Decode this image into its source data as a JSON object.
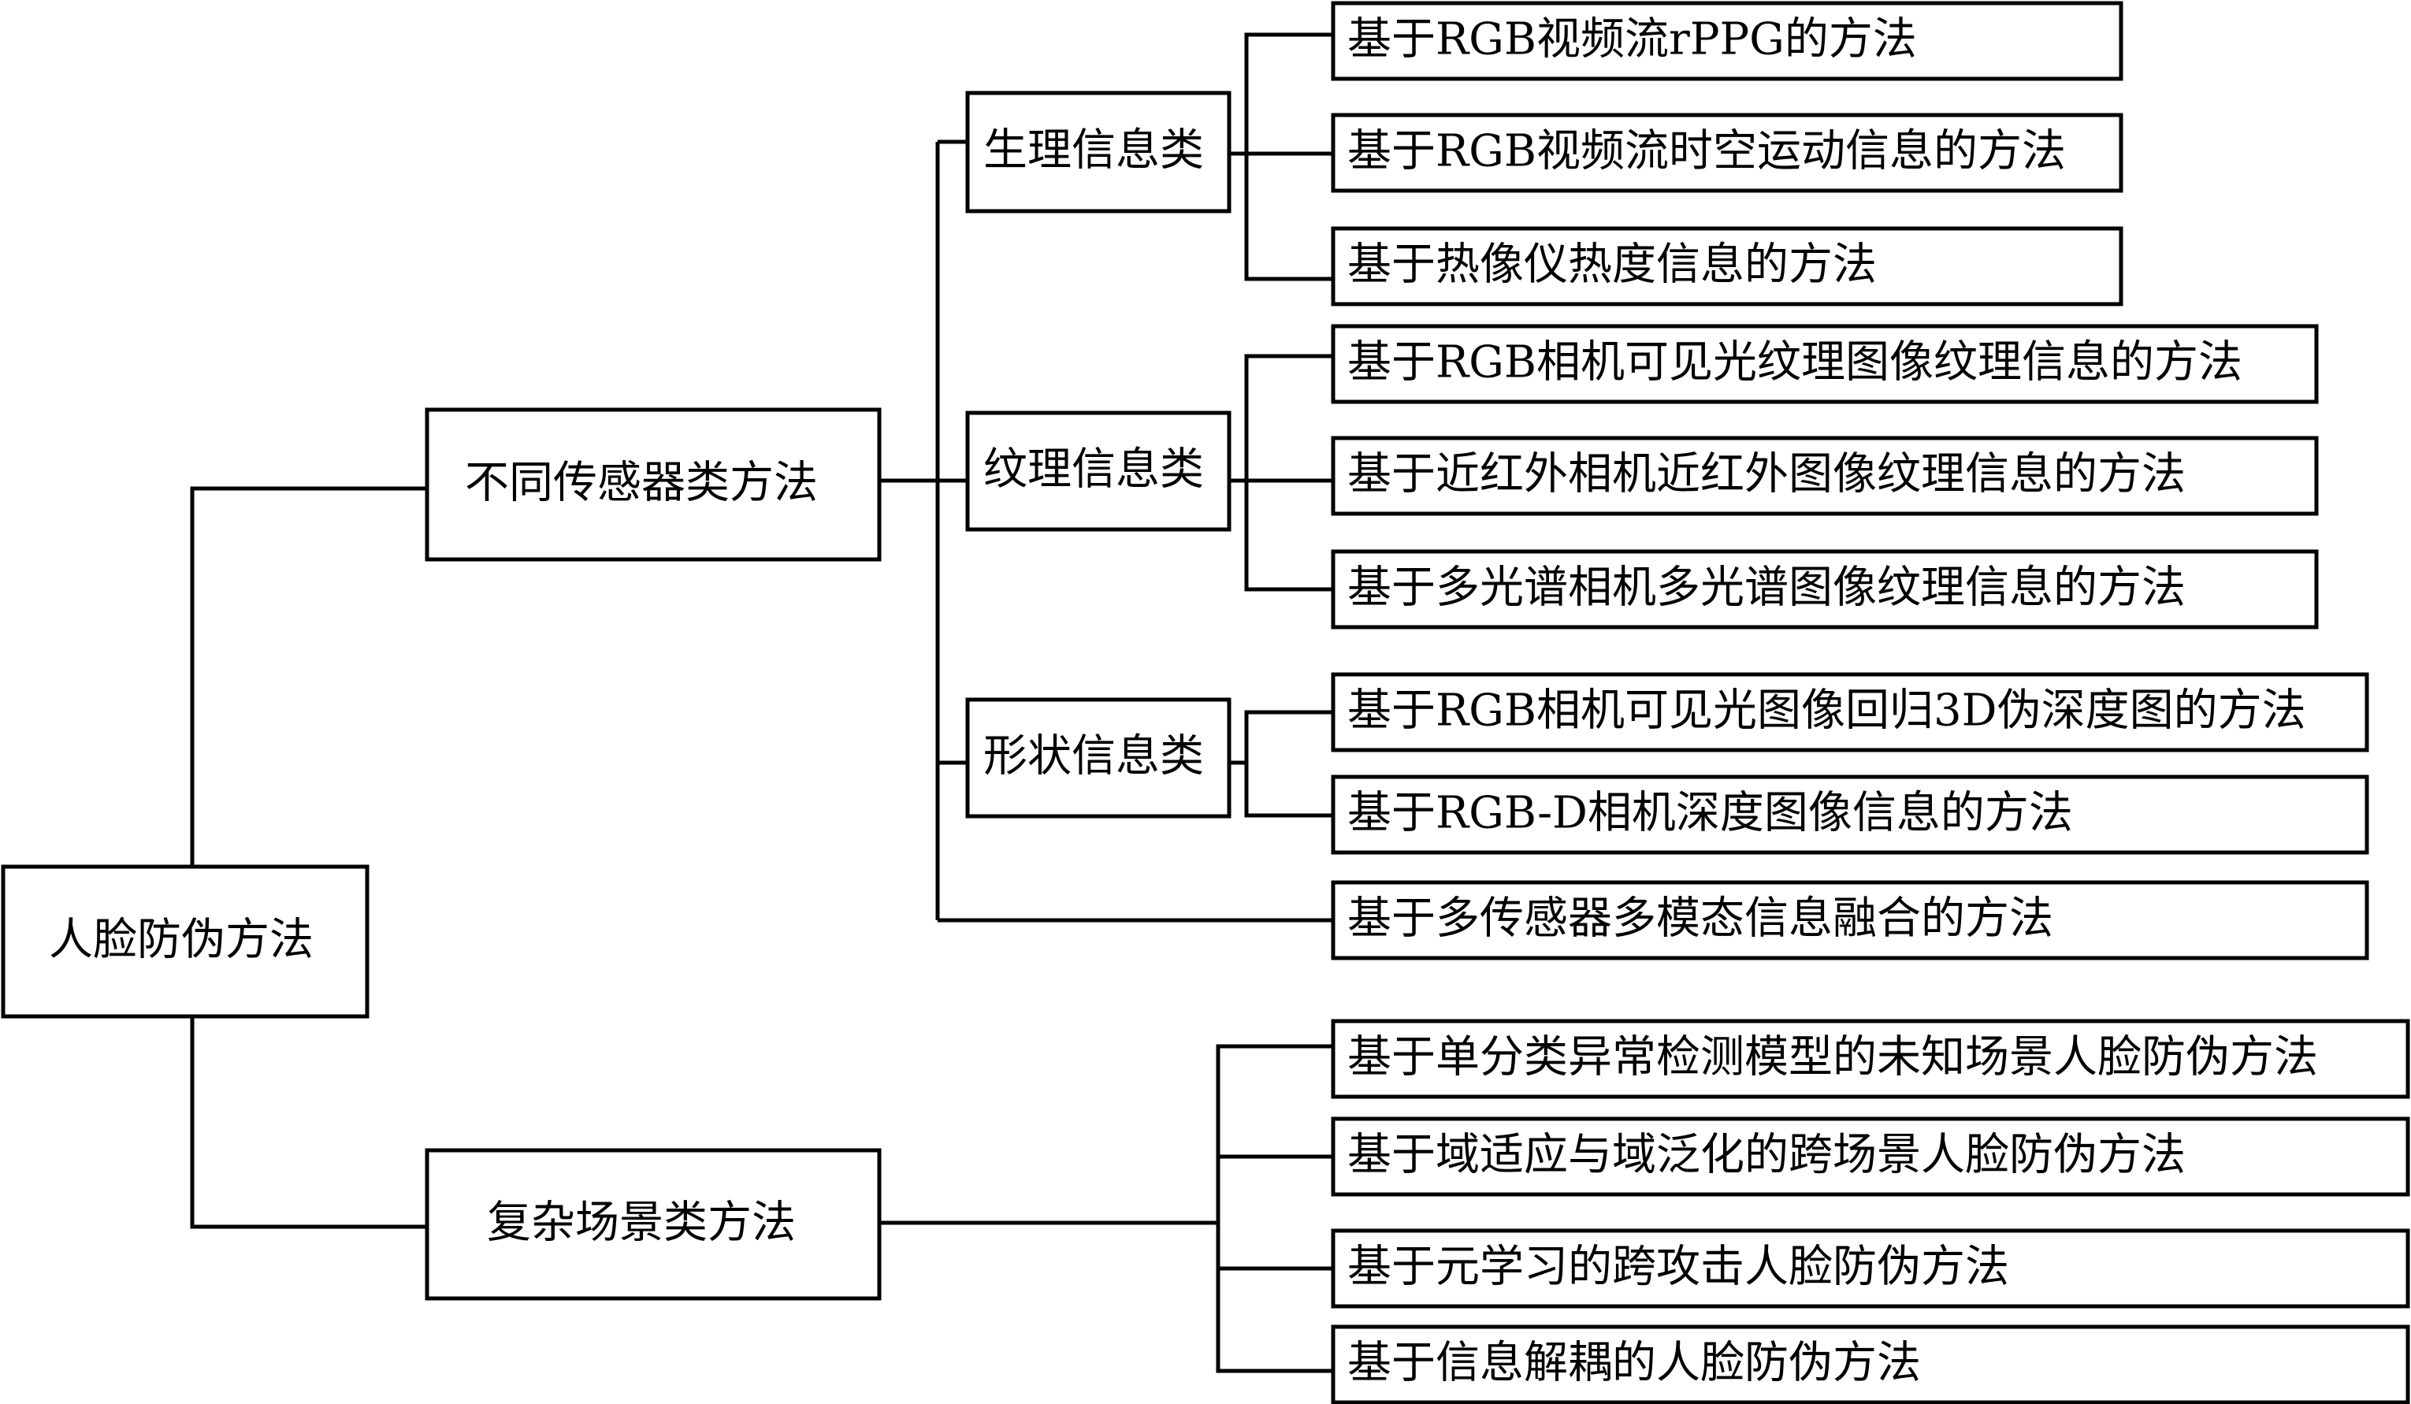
{
  "tree": {
    "root": "人脸防伪方法",
    "level1": [
      {
        "label": "不同传感器类方法",
        "categories": [
          {
            "label": "生理信息类",
            "methods": [
              "基于RGB视频流rPPG的方法",
              "基于RGB视频流时空运动信息的方法",
              "基于热像仪热度信息的方法"
            ]
          },
          {
            "label": "纹理信息类",
            "methods": [
              "基于RGB相机可见光纹理图像纹理信息的方法",
              "基于近红外相机近红外图像纹理信息的方法",
              "基于多光谱相机多光谱图像纹理信息的方法"
            ]
          },
          {
            "label": "形状信息类",
            "methods": [
              "基于RGB相机可见光图像回归3D伪深度图的方法",
              "基于RGB-D相机深度图像信息的方法"
            ]
          }
        ],
        "direct_method": "基于多传感器多模态信息融合的方法"
      },
      {
        "label": "复杂场景类方法",
        "methods": [
          "基于单分类异常检测模型的未知场景人脸防伪方法",
          "基于域适应与域泛化的跨场景人脸防伪方法",
          "基于元学习的跨攻击人脸防伪方法",
          "基于信息解耦的人脸防伪方法"
        ]
      }
    ]
  }
}
